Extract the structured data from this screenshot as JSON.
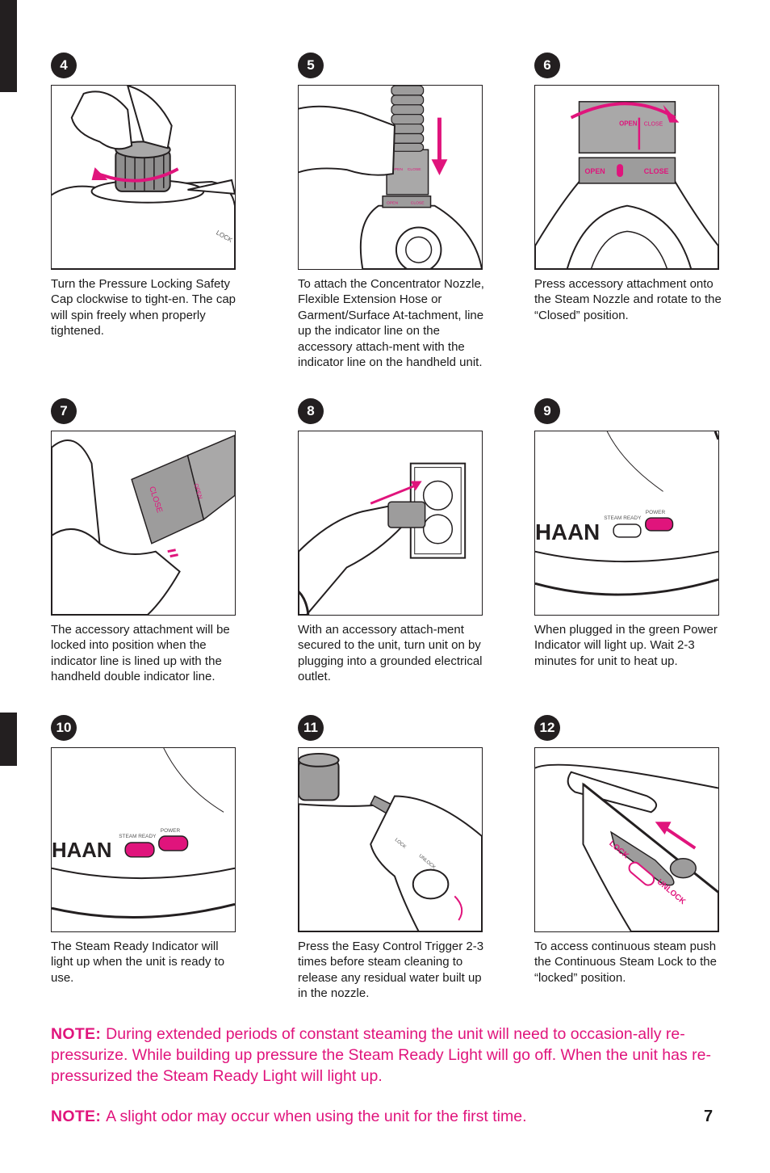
{
  "steps": [
    {
      "number": "4",
      "caption": "Turn the Pressure Locking Safety Cap clockwise to tight-en.  The cap will spin freely when properly tightened."
    },
    {
      "number": "5",
      "caption": "To attach the Concentrator Nozzle, Flexible Extension Hose or Garment/Surface At-tachment, line up the indicator line on the accessory attach-ment with the indicator line on the handheld unit."
    },
    {
      "number": "6",
      "caption": "Press accessory attachment onto the Steam Nozzle and rotate to the “Closed” position."
    },
    {
      "number": "7",
      "caption": "The accessory attachment will be locked into position when the indicator line is lined up with the handheld double indicator line."
    },
    {
      "number": "8",
      "caption": "With an accessory attach-ment secured to the unit, turn unit on by plugging into a grounded electrical outlet."
    },
    {
      "number": "9",
      "caption": "When plugged in the green Power Indicator will light up. Wait 2-3 minutes for unit to heat up."
    },
    {
      "number": "10",
      "caption": "The Steam Ready Indicator will light up when the unit is ready to use."
    },
    {
      "number": "11",
      "caption": "Press the Easy Control Trigger 2-3 times before steam cleaning to release any residual water built up in the nozzle."
    },
    {
      "number": "12",
      "caption": "To access continuous steam push the Continuous Steam Lock to the “locked” position."
    }
  ],
  "illustration_text": {
    "lock": "LOCK",
    "unlock": "UNLOCK",
    "open": "OPEN",
    "close": "CLOSE",
    "brand": "HAAN",
    "steam_ready": "STEAM READY",
    "power": "POWER"
  },
  "notes": [
    {
      "label": "NOTE:",
      "text": "During extended periods of constant steaming the unit will need to occasion-ally re-pressurize.  While building up pressure the Steam Ready Light will go off.  When the unit has re-pressurized the Steam Ready Light will light up."
    },
    {
      "label": "NOTE:",
      "text": "A slight odor may occur  when using the unit for the first time."
    }
  ],
  "page_number": "7",
  "colors": {
    "accent": "#e0147c",
    "ink": "#231f20",
    "panel_gray": "#9d9c9c"
  }
}
